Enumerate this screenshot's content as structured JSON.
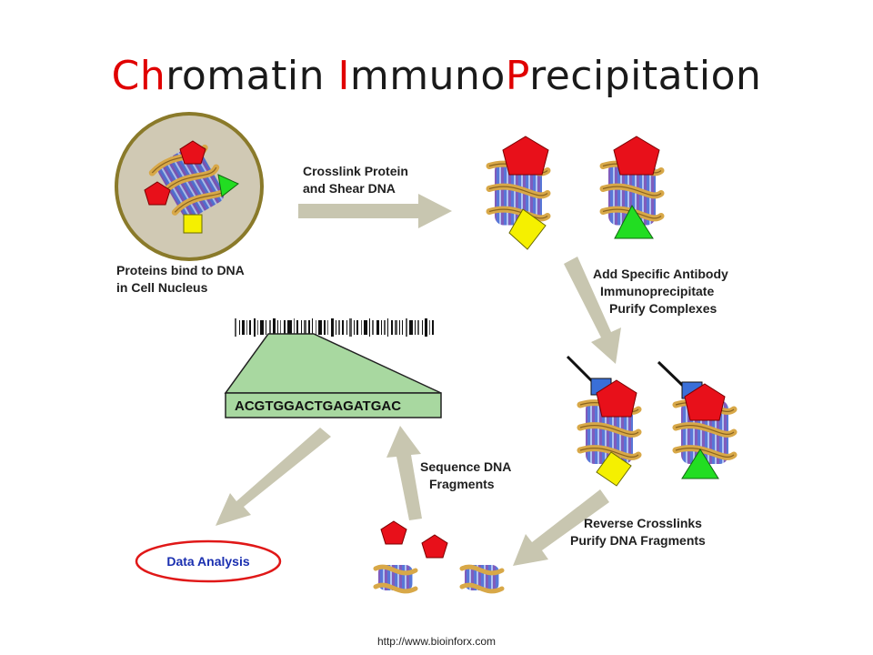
{
  "title": {
    "part1": "Ch",
    "part2": "romatin ",
    "part3": "I",
    "part4": "mmuno",
    "part5": "P",
    "part6": "recipitation"
  },
  "steps": {
    "bind_line1": "Proteins bind to DNA",
    "bind_line2": "in Cell Nucleus",
    "crosslink_line1": "Crosslink Protein",
    "crosslink_line2": "and Shear DNA",
    "antibody_line1": "Add Specific Antibody",
    "antibody_line2": "Immunoprecipitate",
    "antibody_line3": "Purify Complexes",
    "reverse_line1": "Reverse Crosslinks",
    "reverse_line2": "Purify DNA Fragments",
    "sequence_line1": "Sequence DNA",
    "sequence_line2": "Fragments",
    "data_analysis": "Data Analysis"
  },
  "sequence_read": "ACGTGGACTGAGATGAC",
  "source": "http://www.bioinforx.com",
  "colors": {
    "accent_red": "#e00000",
    "protein_red": "#e8101a",
    "protein_yellow": "#f5f000",
    "protein_green": "#22dd22",
    "arrow": "#c8c6b0",
    "nucleus_fill": "#d0c9b4",
    "nucleus_ring": "#8a7a2a",
    "seq_box": "#a8d8a0"
  }
}
